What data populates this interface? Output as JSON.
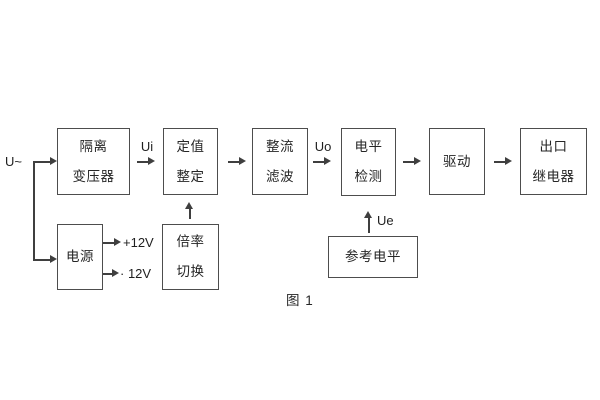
{
  "figure": {
    "caption": "图 1"
  },
  "signals": {
    "input": "U~",
    "ui": "Ui",
    "uo": "Uo",
    "ue": "Ue",
    "plus12v": "+12V",
    "minus12v": "· 12V"
  },
  "blocks": {
    "transformer": {
      "line1": "隔离",
      "line2": "变压器"
    },
    "setpoint": {
      "line1": "定值",
      "line2": "整定"
    },
    "rectifier": {
      "line1": "整流",
      "line2": "滤波"
    },
    "level_detect": {
      "line1": "电平",
      "line2": "检测"
    },
    "drive": {
      "label": "驱动"
    },
    "output_relay": {
      "line1": "出口",
      "line2": "继电器"
    },
    "power": {
      "label": "电源"
    },
    "ratio_switch": {
      "line1": "倍率",
      "line2": "切换"
    },
    "reference_level": {
      "label": "参考电平"
    }
  },
  "colors": {
    "line": "#3f3f3f",
    "border": "#4d4d4d",
    "text": "#262626",
    "background": "#ffffff"
  }
}
